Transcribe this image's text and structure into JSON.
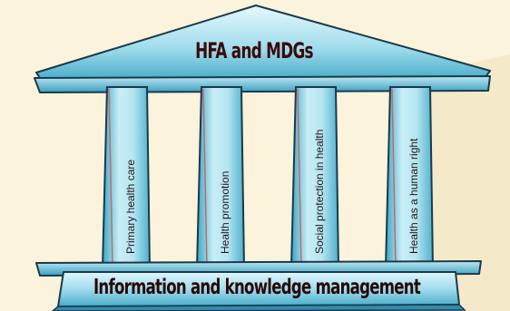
{
  "roof": {
    "title": "HFA and MDGs"
  },
  "pillars": [
    {
      "label": "Primary health care"
    },
    {
      "label": "Health promotion"
    },
    {
      "label": "Social protection in health"
    },
    {
      "label": "Health as a human right"
    }
  ],
  "base": {
    "title": "Information and knowledge management"
  },
  "colors": {
    "background": "#fbf3dc",
    "stone_light": "#d8f2f8",
    "stone_mid": "#8fd4e6",
    "stone_dark": "#3aa4c4",
    "outline": "#1b3a4a",
    "pillar_edge": "#c46a6a"
  }
}
